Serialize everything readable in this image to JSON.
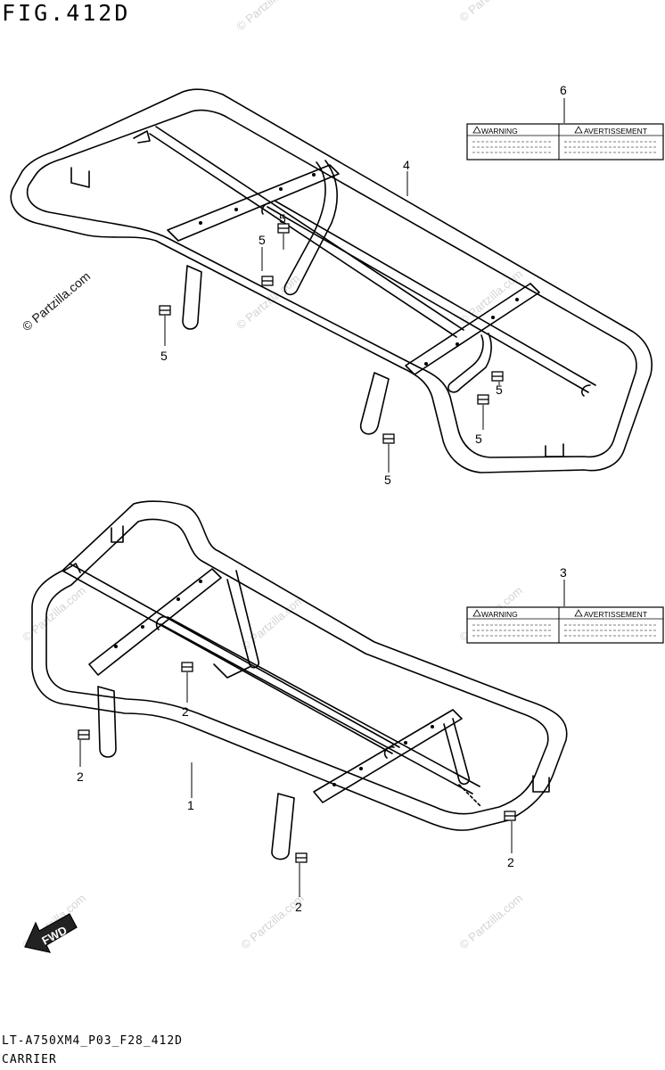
{
  "figure": {
    "title": "FIG.412D"
  },
  "footer": {
    "code": "LT-A750XM4_P03_F28_412D",
    "name": "CARRIER"
  },
  "parts": {
    "p1": "1",
    "p2": "2",
    "p3": "3",
    "p4": "4",
    "p5": "5",
    "p6": "6"
  },
  "labels": {
    "warning": "WARNING",
    "avertissement": "AVERTISSEMENT"
  },
  "watermark": {
    "text": "© Partzilla.com"
  },
  "direction": {
    "fwd": "FWD"
  }
}
